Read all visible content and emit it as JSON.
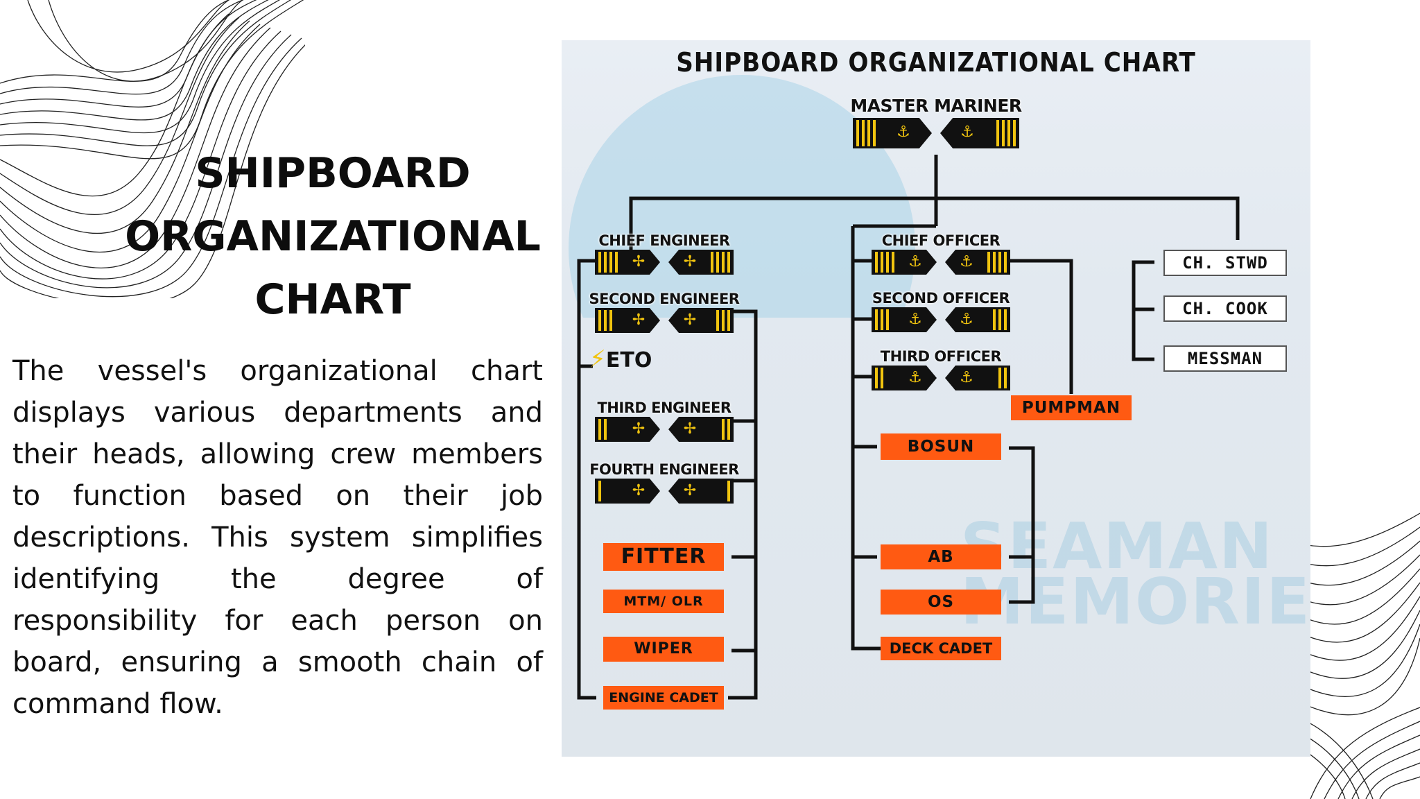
{
  "slide": {
    "title_lines": [
      "SHIPBOARD",
      "ORGANIZATIONAL",
      "CHART"
    ],
    "body": "The vessel's organizational chart displays various departments and their heads, allowing crew members to function based on their job descriptions. This system simplifies identifying the degree of responsibility for each person on board, ensuring a smooth chain of command flow."
  },
  "chart": {
    "title": "SHIPBOARD ORGANIZATIONAL CHART",
    "master": "MASTER MARINER",
    "engine_department": {
      "officers": [
        "CHIEF ENGINEER",
        "SECOND ENGINEER",
        "ETO",
        "THIRD ENGINEER",
        "FOURTH ENGINEER"
      ],
      "ratings": [
        "FITTER",
        "MTM/ OLR",
        "WIPER",
        "ENGINE CADET"
      ]
    },
    "deck_department": {
      "officers": [
        "CHIEF OFFICER",
        "SECOND OFFICER",
        "THIRD OFFICER"
      ],
      "ratings": [
        "PUMPMAN",
        "BOSUN",
        "AB",
        "OS",
        "DECK CADET"
      ]
    },
    "catering_department": [
      "CH. STWD",
      "CH. COOK",
      "MESSMAN"
    ],
    "watermark": [
      "SEAMAN",
      "MEMORIE"
    ]
  },
  "colors": {
    "rating_box": "#ff5a12",
    "epaulette_stripe": "#f1c40f",
    "epaulette_base": "#111111",
    "watermark": "#aacde1"
  },
  "icons": {
    "engine_insignia": "propeller-icon",
    "deck_insignia": "anchor-icon",
    "eto_insignia": "lightning-bolt-icon"
  }
}
